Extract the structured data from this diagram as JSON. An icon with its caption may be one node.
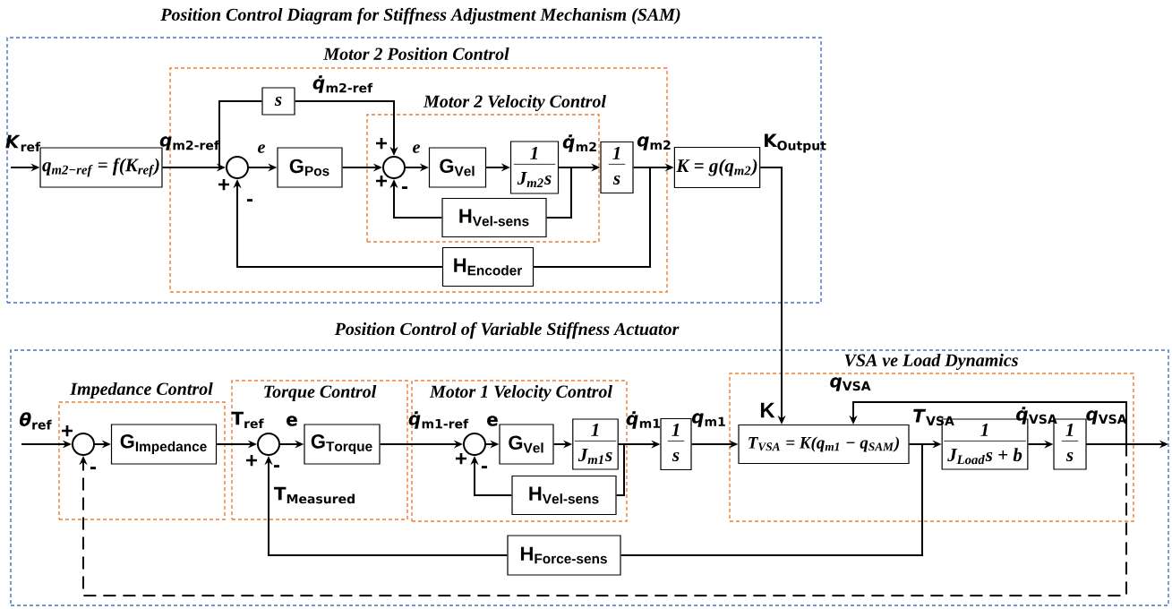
{
  "diagram": {
    "nodes": [
      {
        "text": [
          "Position Control Diagram for Stiffness Adjustment Mechanism (SAM)"
        ]
      },
      {
        "text": [
          "Motor 2 Position Control"
        ],
        "in": 0
      },
      {
        "text": [
          "q$_{m2−ref}$ = f(K$_{ref}$)"
        ],
        "in": 0
      },
      {
        "text": [
          "s"
        ],
        "in": 1
      },
      {
        "text": [],
        "shape": "circle",
        "in": 1
      },
      {
        "text": [
          "\\mathbf{G}_{\\mathbf{Pos}}"
        ],
        "in": 1
      },
      {
        "text": [
          "Motor 2 Velocity Control"
        ],
        "in": 1
      },
      {
        "text": [],
        "shape": "circle",
        "in": 6
      },
      {
        "text": [
          "\\mathbf{G}_{\\mathbf{Vel}}"
        ],
        "in": 6
      },
      {
        "text": [
          "1",
          "J$_{m2}$s"
        ],
        "in": 6
      },
      {
        "text": [
          "\\mathbf{H}_{\\mathbf{Vel\\text{-}sens}}"
        ],
        "in": 6
      },
      {
        "text": [
          "1",
          "s"
        ],
        "in": 1
      },
      {
        "text": [
          "\\mathbf{H}_{\\mathbf{Encoder}}"
        ],
        "in": 1
      },
      {
        "text": [
          "K = g(q$_{m2}$)"
        ],
        "in": 0
      },
      {
        "text": [
          "Position Control of Variable Stiffness Actuator"
        ]
      },
      {
        "text": [
          "Impedance Control"
        ],
        "in": 14
      },
      {
        "text": [],
        "shape": "circle",
        "in": 15
      },
      {
        "text": [
          "\\mathbf{G}_{\\mathbf{Impedance}}"
        ],
        "in": 15
      },
      {
        "text": [
          "Torque Control"
        ],
        "in": 14
      },
      {
        "text": [],
        "shape": "circle",
        "in": 18
      },
      {
        "text": [
          "\\mathbf{G}_{\\mathbf{Torque}}"
        ],
        "in": 18
      },
      {
        "text": [
          "Motor 1 Velocity Control"
        ],
        "in": 14
      },
      {
        "text": [],
        "shape": "circle",
        "in": 21
      },
      {
        "text": [
          "\\mathbf{G}_{\\mathbf{Vel}}"
        ],
        "in": 21
      },
      {
        "text": [
          "1",
          "J$_{m1}$s"
        ],
        "in": 21
      },
      {
        "text": [
          "\\mathbf{H}_{\\mathbf{Vel\\text{-}sens}}"
        ],
        "in": 21
      },
      {
        "text": [
          "1",
          "s"
        ],
        "in": 14
      },
      {
        "text": [
          "VSA ve Load Dynamics"
        ],
        "in": 14
      },
      {
        "text": [
          "T$_{VSA}$ = K(q$_{m1}$ − q$_{SAM}$)"
        ],
        "in": 27
      },
      {
        "text": [
          "1",
          "J$_{Load}$s + b"
        ],
        "in": 27
      },
      {
        "text": [
          "1",
          "s"
        ],
        "in": 27
      },
      {
        "text": [
          "\\mathbf{H}_{\\mathbf{Force\\text{-}sens}}"
        ],
        "in": 14
      }
    ],
    "edges": [
      {
        "from": null,
        "to": 2,
        "arrow": "to",
        "label": "*K*$_{ref}$"
      },
      {
        "from": 2,
        "to": 4,
        "arrow": "to",
        "label": "*q*$_{m2-ref}$"
      },
      {
        "from": 2,
        "to": 3,
        "arrow": "none"
      },
      {
        "from": 3,
        "to": 7,
        "arrow": "to",
        "label": "*q̇*$_{m2-ref}$"
      },
      {
        "from": 4,
        "to": 5,
        "arrow": "to",
        "label": "e"
      },
      {
        "from": 5,
        "to": 7,
        "arrow": "to"
      },
      {
        "from": 7,
        "to": 8,
        "arrow": "to",
        "label": "e"
      },
      {
        "from": 8,
        "to": 9,
        "arrow": "to"
      },
      {
        "from": 9,
        "to": 11,
        "arrow": "to",
        "label": "*q̇*$_{m2}$"
      },
      {
        "from": 9,
        "to": 10,
        "arrow": "none"
      },
      {
        "from": 10,
        "to": 7,
        "arrow": "to"
      },
      {
        "from": 11,
        "to": 13,
        "arrow": "to",
        "label": "*q*$_{m2}$"
      },
      {
        "from": 11,
        "to": 12,
        "arrow": "none"
      },
      {
        "from": 12,
        "to": 4,
        "arrow": "to"
      },
      {
        "from": 13,
        "to": 28,
        "arrow": "to",
        "label": "K$_{Output}$"
      },
      {
        "from": null,
        "to": 16,
        "arrow": "to",
        "label": "*θ*$_{ref}$"
      },
      {
        "from": 16,
        "to": 17,
        "arrow": "to"
      },
      {
        "from": 17,
        "to": 19,
        "arrow": "to",
        "label": "T$_{ref}$"
      },
      {
        "from": 19,
        "to": 20,
        "arrow": "to",
        "label": "e"
      },
      {
        "from": 20,
        "to": 22,
        "arrow": "to",
        "label": "*q̇*$_{m1-ref}$"
      },
      {
        "from": 22,
        "to": 23,
        "arrow": "to",
        "label": "e"
      },
      {
        "from": 23,
        "to": 24,
        "arrow": "to"
      },
      {
        "from": 24,
        "to": 26,
        "arrow": "to",
        "label": "*q̇*$_{m1}$"
      },
      {
        "from": 24,
        "to": 25,
        "arrow": "none"
      },
      {
        "from": 25,
        "to": 22,
        "arrow": "to"
      },
      {
        "from": 26,
        "to": 28,
        "arrow": "to",
        "label": "*q*$_{m1}$"
      },
      {
        "from": 28,
        "to": 29,
        "arrow": "to",
        "label": "*T*$_{VSA}$"
      },
      {
        "from": 28,
        "to": 31,
        "arrow": "none"
      },
      {
        "from": 31,
        "to": 19,
        "arrow": "to",
        "label": "T$_{Measured}$"
      },
      {
        "from": 29,
        "to": 30,
        "arrow": "to",
        "label": "*q̇*$_{VSA}$"
      },
      {
        "from": 30,
        "to": null,
        "arrow": "to",
        "label": "*q*$_{VSA}$"
      },
      {
        "from": 30,
        "to": 28,
        "arrow": "to",
        "label": "*q*$_{VSA}$"
      },
      {
        "from": 30,
        "to": 16,
        "arrow": "to",
        "style": "dashed"
      }
    ],
    "labels": [
      "+",
      "-",
      "+",
      "+",
      "-",
      "K",
      "+",
      "-",
      "+",
      "-",
      "+",
      "-"
    ]
  }
}
